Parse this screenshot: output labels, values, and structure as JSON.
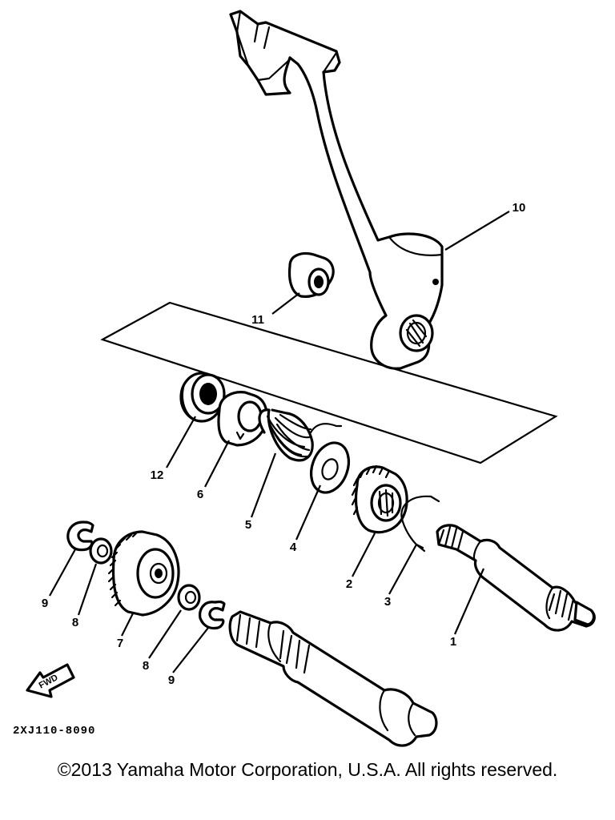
{
  "callouts": {
    "c1": "1",
    "c2": "2",
    "c3": "3",
    "c4": "4",
    "c5": "5",
    "c6": "6",
    "c7": "7",
    "c8a": "8",
    "c8b": "8",
    "c9a": "9",
    "c9b": "9",
    "c10": "10",
    "c11": "11",
    "c12": "12"
  },
  "fwd_label": "FWD",
  "diagram_code": "2XJ110-8090",
  "copyright": "©2013 Yamaha Motor Corporation, U.S.A. All rights reserved."
}
